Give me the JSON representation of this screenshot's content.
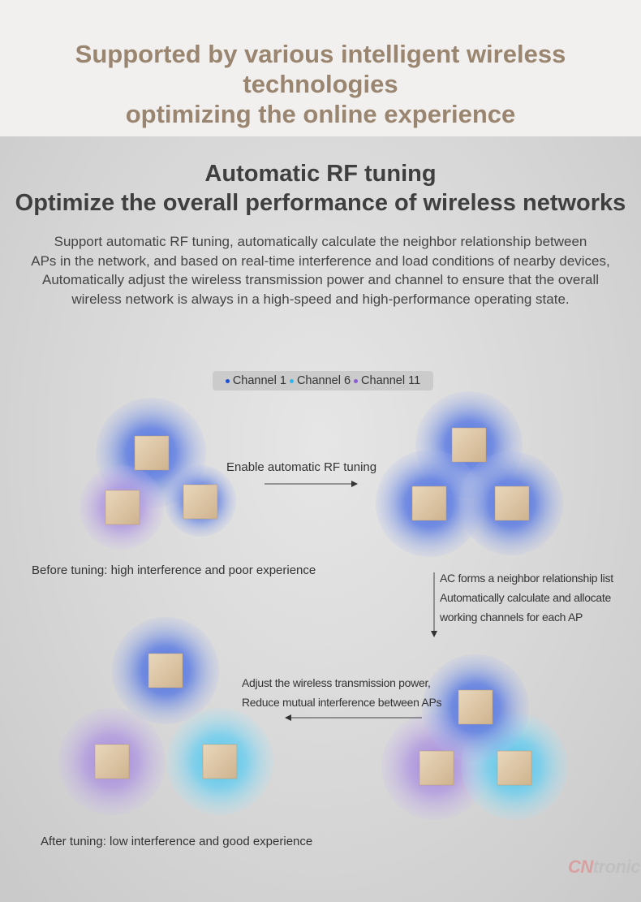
{
  "header": {
    "headline_line1": "Supported by various intelligent wireless technologies",
    "headline_line2": "optimizing the online experience"
  },
  "section": {
    "title_line1": "Automatic RF tuning",
    "title_line2": "Optimize the overall performance of wireless networks",
    "description": [
      "Support automatic RF tuning, automatically calculate the neighbor relationship between",
      "APs in the network, and based on real-time interference and load conditions of nearby devices,",
      "Automatically adjust the wireless transmission power and channel to ensure that the overall",
      "wireless network is always in a high-speed and high-performance operating state."
    ]
  },
  "legend": {
    "items": [
      {
        "label": "Channel 1",
        "color": "#1f4fd1"
      },
      {
        "label": "Channel 6",
        "color": "#2fb4ea"
      },
      {
        "label": "Channel 11",
        "color": "#8a5fd0"
      }
    ]
  },
  "diagram": {
    "step1_label": "Enable automatic RF tuning",
    "before_caption": "Before tuning: high interference and poor experience",
    "step2_line1": "AC forms a neighbor relationship list",
    "step2_line2": "Automatically calculate and allocate",
    "step2_line3": "working channels for each AP",
    "step3_line1": "Adjust the wireless transmission power,",
    "step3_line2": "Reduce mutual interference between APs",
    "after_caption": "After tuning: low interference and good experience"
  },
  "brand": {
    "logo_prefix": "CN",
    "logo_suffix": "tronic"
  },
  "colors": {
    "headline": "#9a8670",
    "channel1": "#1f4fd1",
    "channel6": "#2fb4ea",
    "channel11": "#8a5fd0",
    "ap_device": "#dcc6a6"
  }
}
